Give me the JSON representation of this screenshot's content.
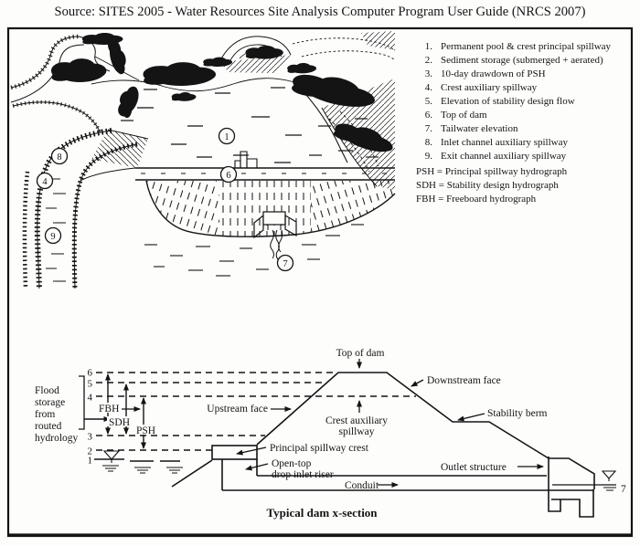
{
  "source_line": "Source:  SITES 2005 - Water Resources Site Analysis Computer Program User Guide (NRCS 2007)",
  "legend": {
    "items": [
      {
        "n": "1.",
        "t": "Permanent pool & crest principal spillway"
      },
      {
        "n": "2.",
        "t": "Sediment storage (submerged + aerated)"
      },
      {
        "n": "3.",
        "t": "10-day drawdown of PSH"
      },
      {
        "n": "4.",
        "t": "Crest auxiliary spillway"
      },
      {
        "n": "5.",
        "t": "Elevation of stability design flow"
      },
      {
        "n": "6.",
        "t": "Top of dam"
      },
      {
        "n": "7.",
        "t": "Tailwater elevation"
      },
      {
        "n": "8.",
        "t": "Inlet channel auxiliary spillway"
      },
      {
        "n": "9.",
        "t": "Exit channel auxiliary spillway"
      }
    ],
    "abbreviations": [
      "PSH = Principal spillway hydrograph",
      "SDH = Stability design hydrograph",
      "FBH = Freeboard hydrograph"
    ]
  },
  "illustration": {
    "callouts": {
      "pool": "1",
      "top_of_dam": "6",
      "inlet_channel": "8",
      "crest_aux": "4",
      "exit_channel": "9",
      "tailwater": "7"
    }
  },
  "cross_section": {
    "levels": [
      "6",
      "5",
      "4",
      "3",
      "2",
      "1"
    ],
    "flood_storage": [
      "Flood",
      "storage",
      "from",
      "routed",
      "hydrology"
    ],
    "hydrographs": {
      "fbh": "FBH",
      "sdh": "SDH",
      "psh": "PSH"
    },
    "labels": {
      "top_of_dam": "Top of dam",
      "downstream_face": "Downstream face",
      "stability_berm": "Stability berm",
      "upstream_face": "Upstream face",
      "crest_aux_1": "Crest auxiliary",
      "crest_aux_2": "spillway",
      "principal_crest": "Principal spillway crest",
      "open_top_1": "Open-top",
      "open_top_2": "drop inlet riser",
      "outlet_structure": "Outlet structure",
      "conduit": "Conduit",
      "tailwater_num": "7"
    },
    "caption": "Typical dam x-section"
  },
  "colors": {
    "ink": "#141414",
    "paper": "#fdfdfc"
  }
}
